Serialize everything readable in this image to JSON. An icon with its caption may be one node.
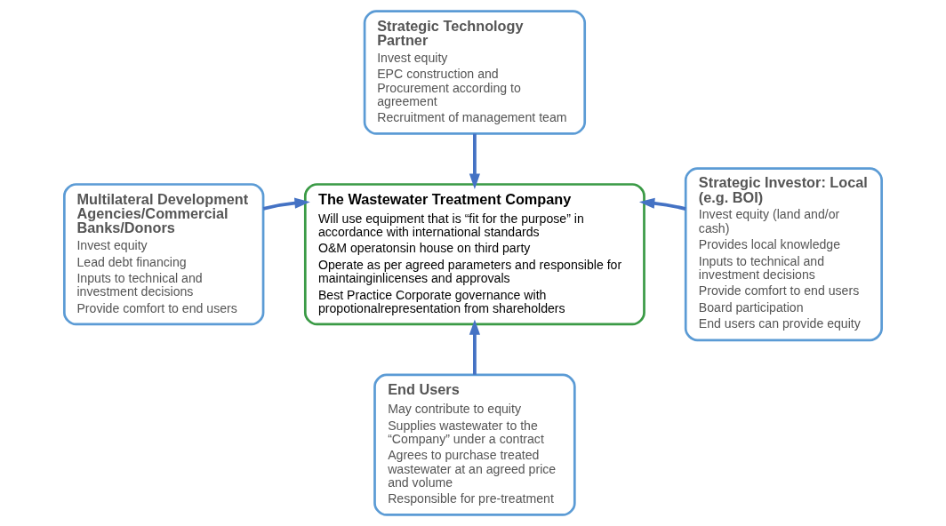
{
  "diagram": {
    "nodes": [
      {
        "text": [
          "Strategic Technology Partner",
          "Invest equity",
          "EPC construction and Procurement according to agreement",
          "Recruitment of management team"
        ]
      },
      {
        "text": [
          "Multilateral Development Agencies/Commercial Banks/Donors",
          "Invest equity",
          "Lead debt financing",
          "Inputs to technical and investment decisions",
          "Provide comfort to end users"
        ]
      },
      {
        "text": [
          "The Wastewater Treatment Company",
          "Will use equipment that is “fit for the purpose” in accordance with international standards",
          "O&M operatonsin house on third party",
          "Operate as per agreed parameters and responsible for maintainginlicenses and approvals",
          "Best Practice Corporate governance with propotionalrepresentation from shareholders"
        ]
      },
      {
        "text": [
          "Strategic Investor: Local (e.g. BOI)",
          "Invest equity (land and/or cash)",
          "Provides local knowledge",
          "Inputs to technical and investment decisions",
          "Provide comfort to end users",
          "Board participation",
          "End users can provide equity"
        ]
      },
      {
        "text": [
          "End Users",
          "May contribute to equity",
          "Supplies wastewater to the “Company” under a contract",
          "Agrees to purchase treated wastewater at an agreed price and volume",
          "Responsible for pre-treatment"
        ]
      }
    ],
    "edges": [
      {
        "from": 0,
        "to": 2,
        "arrow": "to"
      },
      {
        "from": 1,
        "to": 2,
        "arrow": "to"
      },
      {
        "from": 3,
        "to": 2,
        "arrow": "to"
      },
      {
        "from": 4,
        "to": 2,
        "arrow": "to"
      }
    ]
  }
}
